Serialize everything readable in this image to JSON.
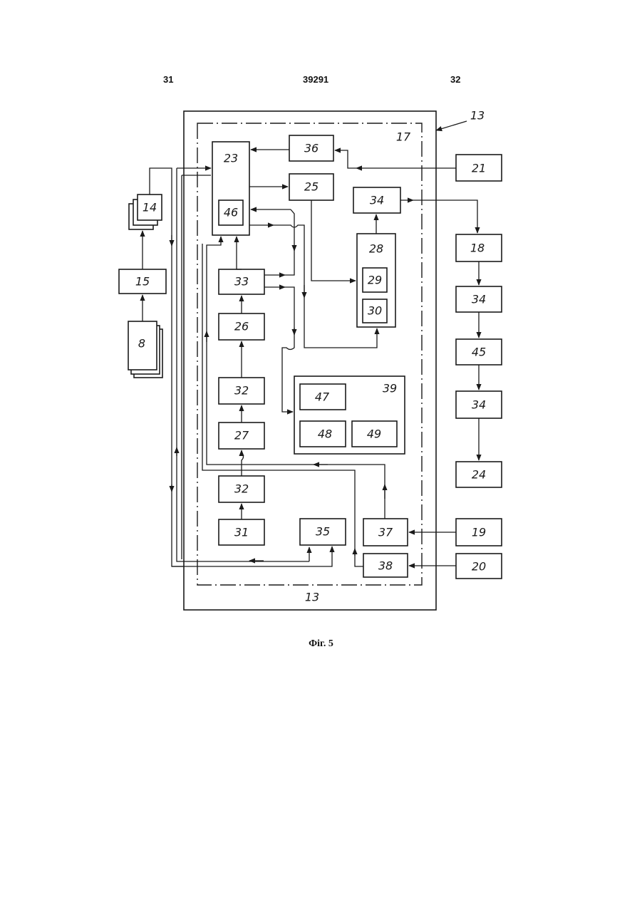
{
  "header": {
    "left_page": "31",
    "patent_number": "39291",
    "right_page": "32"
  },
  "caption": "Фіг. 5",
  "labels": {
    "b8": "8",
    "b13": "13",
    "b13_bottom": "13",
    "b14": "14",
    "b15": "15",
    "b17": "17",
    "b18": "18",
    "b19": "19",
    "b20": "20",
    "b21": "21",
    "b23": "23",
    "b24": "24",
    "b25": "25",
    "b26": "26",
    "b27": "27",
    "b28": "28",
    "b29": "29",
    "b30": "30",
    "b31": "31",
    "b32a": "32",
    "b32b": "32",
    "b33": "33",
    "b34a": "34",
    "b34b": "34",
    "b34c": "34",
    "b35": "35",
    "b36": "36",
    "b37": "37",
    "b38": "38",
    "b39": "39",
    "b45": "45",
    "b46": "46",
    "b47": "47",
    "b48": "48",
    "b49": "49"
  }
}
